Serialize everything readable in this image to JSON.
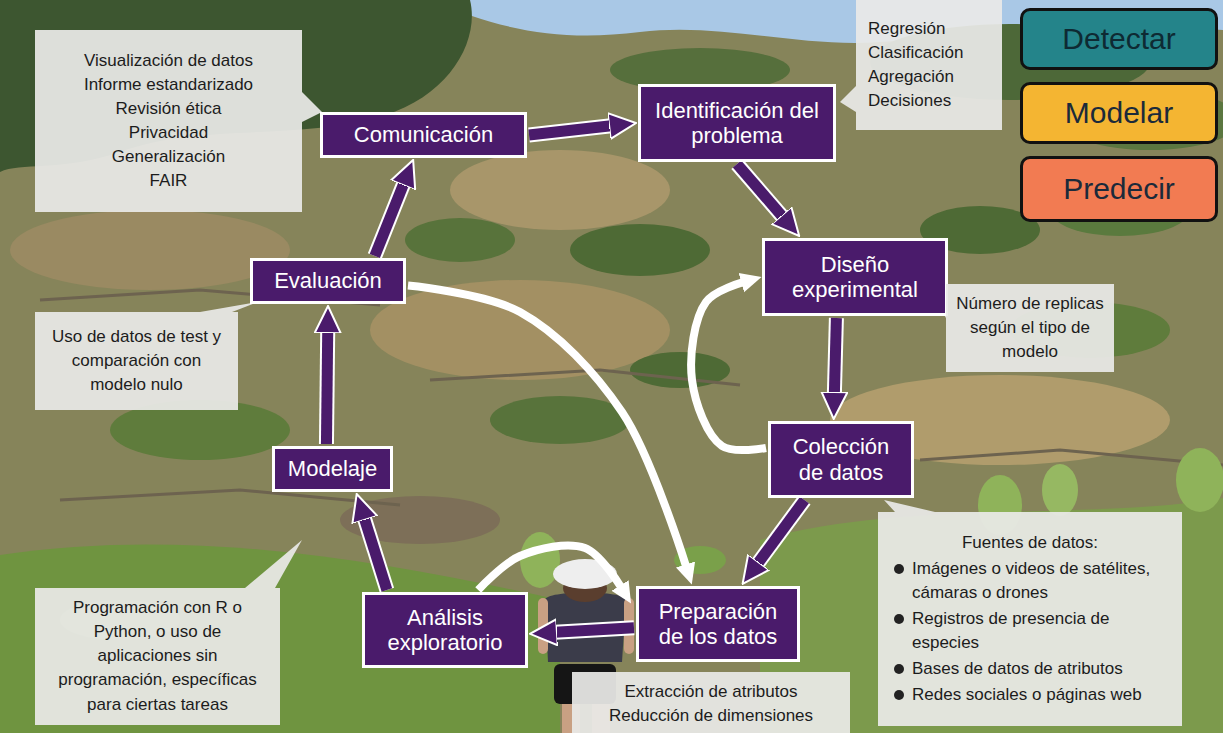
{
  "diagram": {
    "nodes": [
      {
        "text": [
          "Visualización de datos",
          "Informe estandarizado",
          "Revisión ética",
          "Privacidad",
          "Generalización",
          "FAIR"
        ]
      },
      {
        "text": [
          "Comunicación"
        ]
      },
      {
        "text": [
          "Identificación del problema"
        ]
      },
      {
        "text": [
          "Regresión",
          "Clasificación",
          "Agregación",
          "Decisiones"
        ]
      },
      {
        "text": [
          "Detectar"
        ]
      },
      {
        "text": [
          "Modelar"
        ]
      },
      {
        "text": [
          "Predecir"
        ]
      },
      {
        "text": [
          "Evaluación"
        ]
      },
      {
        "text": [
          "Diseño experimental"
        ]
      },
      {
        "text": [
          "Número de replicas según el tipo de modelo"
        ]
      },
      {
        "text": [
          "Uso de datos de test y comparación con modelo nulo"
        ]
      },
      {
        "text": [
          "Modelaje"
        ]
      },
      {
        "text": [
          "Colección de datos"
        ]
      },
      {
        "text": [
          "Programación con R o Python, o uso de aplicaciones sin programación, específicas para ciertas tareas"
        ]
      },
      {
        "text": [
          "Análisis exploratorio"
        ]
      },
      {
        "text": [
          "Preparación de los datos"
        ]
      },
      {
        "text": [
          "Extracción de atributos",
          "Reducción de dimensiones"
        ]
      },
      {
        "text": [
          "Fuentes de datos:",
          "Imágenes o videos de satélites, cámaras o drones",
          "Registros de presencia de especies",
          "Bases de datos de atributos",
          "Redes sociales o páginas web"
        ]
      }
    ],
    "edges": [
      {
        "from": 1,
        "to": 2,
        "arrow": "to"
      },
      {
        "from": 2,
        "to": 8,
        "arrow": "to"
      },
      {
        "from": 8,
        "to": 12,
        "arrow": "to"
      },
      {
        "from": 12,
        "to": 15,
        "arrow": "to"
      },
      {
        "from": 15,
        "to": 14,
        "arrow": "to"
      },
      {
        "from": 14,
        "to": 11,
        "arrow": "to"
      },
      {
        "from": 11,
        "to": 7,
        "arrow": "to"
      },
      {
        "from": 7,
        "to": 1,
        "arrow": "to"
      },
      {
        "from": 12,
        "to": 8,
        "arrow": "to"
      },
      {
        "from": 7,
        "to": 15,
        "arrow": "to"
      },
      {
        "from": 14,
        "to": 15,
        "arrow": "to"
      }
    ]
  }
}
